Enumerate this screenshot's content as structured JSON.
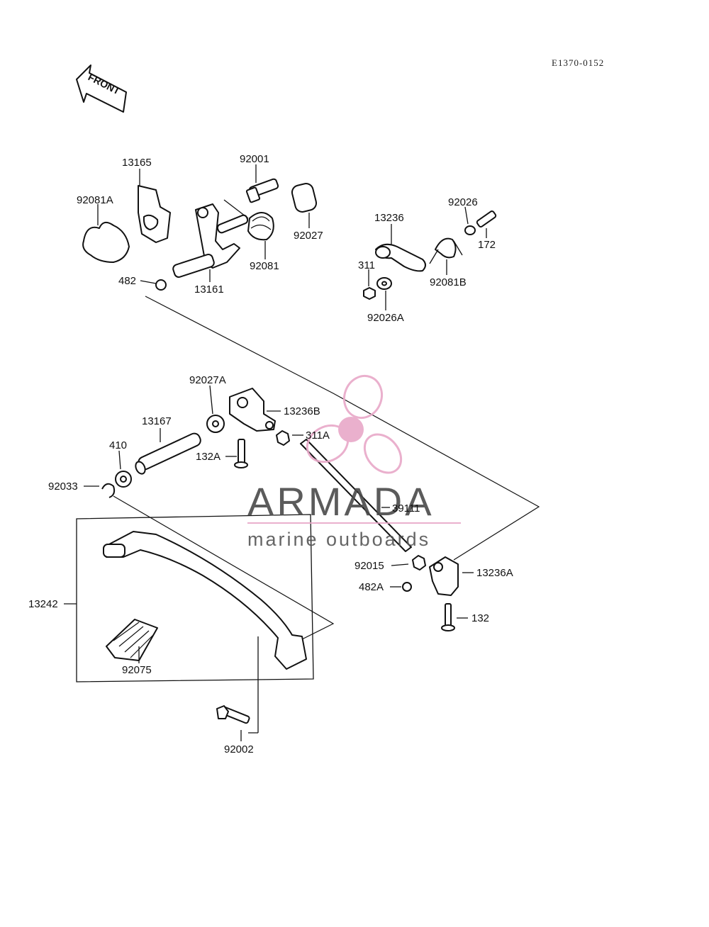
{
  "reference_code": "E1370-0152",
  "front_arrow": "FRONT",
  "watermark": {
    "title": "ARMADA",
    "subtitle": "marine outboards",
    "accent_color": "#e8a8c8"
  },
  "labels": {
    "p13165": "13165",
    "p92001": "92001",
    "p92081A": "92081A",
    "p92027": "92027",
    "p92081": "92081",
    "p482": "482",
    "p13161": "13161",
    "p13236": "13236",
    "p92026": "92026",
    "p172": "172",
    "p311": "311",
    "p92081B": "92081B",
    "p92026A": "92026A",
    "p92027A": "92027A",
    "p13236B": "13236B",
    "p13167": "13167",
    "p410": "410",
    "p311A": "311A",
    "p132A": "132A",
    "p92033": "92033",
    "p39111": "39111",
    "p13242": "13242",
    "p92015": "92015",
    "p13236A": "13236A",
    "p482A": "482A",
    "p132": "132",
    "p92075": "92075",
    "p92002": "92002"
  }
}
